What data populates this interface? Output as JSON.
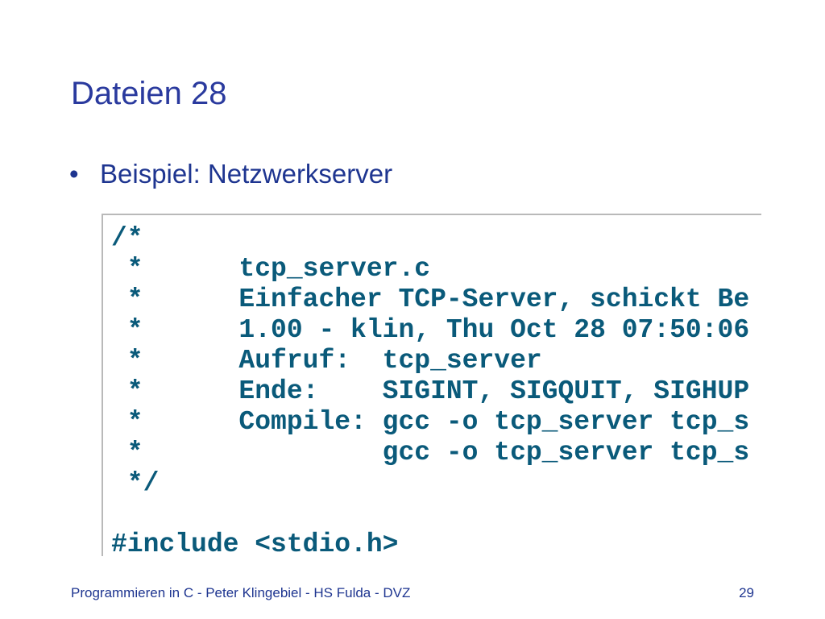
{
  "slide": {
    "title": "Dateien 28",
    "bullet_glyph": "•",
    "bullet_text": "Beispiel: Netzwerkserver"
  },
  "code": {
    "lines": [
      "/*",
      " *      tcp_server.c",
      " *      Einfacher TCP-Server, schickt Be",
      " *      1.00 - klin, Thu Oct 28 07:50:06",
      " *      Aufruf:  tcp_server",
      " *      Ende:    SIGINT, SIGQUIT, SIGHUP",
      " *      Compile: gcc -o tcp_server tcp_s",
      " *               gcc -o tcp_server tcp_s",
      " */",
      "",
      "#include <stdio.h>"
    ]
  },
  "footer": {
    "text": "Programmieren in C - Peter Klingebiel - HS Fulda - DVZ",
    "page_number": "29"
  }
}
